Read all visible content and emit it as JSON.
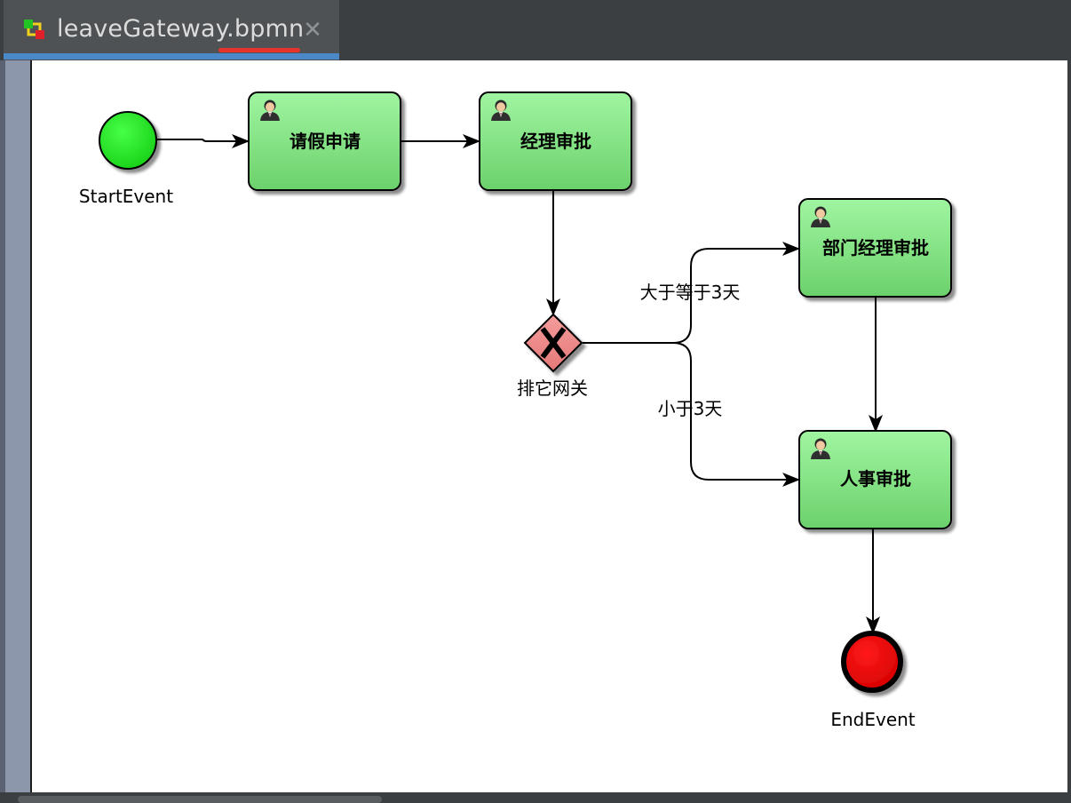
{
  "editor_tab": {
    "title": "leaveGateway.bpmn",
    "icon": "bpmn-file-icon",
    "close_glyph": "✕"
  },
  "diagram": {
    "start_event": {
      "label": "StartEvent"
    },
    "end_event": {
      "label": "EndEvent"
    },
    "tasks": [
      {
        "id": "apply",
        "label": "请假申请",
        "icon": "user-task-icon"
      },
      {
        "id": "manager",
        "label": "经理审批",
        "icon": "user-task-icon"
      },
      {
        "id": "dept_manager",
        "label": "部门经理审批",
        "icon": "user-task-icon"
      },
      {
        "id": "hr",
        "label": "人事审批",
        "icon": "user-task-icon"
      }
    ],
    "gateway": {
      "label": "排它网关",
      "type": "exclusive-gateway"
    },
    "flows": [
      {
        "condition": "大于等于3天"
      },
      {
        "condition": "小于3天"
      }
    ]
  },
  "colors": {
    "task_fill_top": "#9af29a",
    "task_fill_bottom": "#6fd36f",
    "start_fill": "#1ee61e",
    "end_fill": "#e80000",
    "gateway_fill": "#ef8a8a",
    "tab_underline": "#4a88c7",
    "tab_marker": "#e8332d"
  }
}
